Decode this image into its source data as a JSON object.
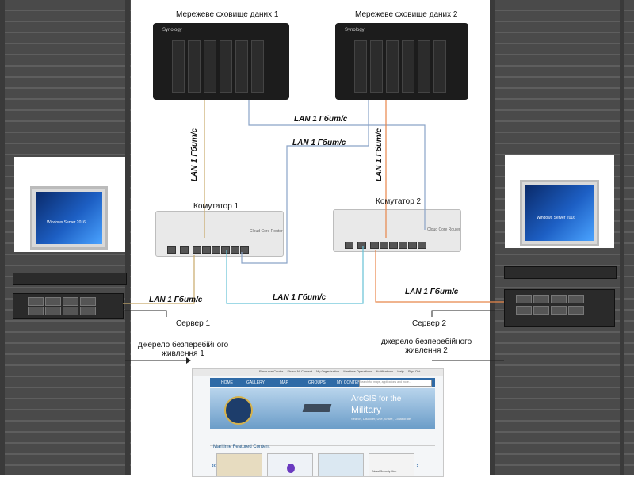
{
  "nas": [
    {
      "title": "Мережеве сховище даних 1",
      "brand": "Synology"
    },
    {
      "title": "Мережеве сховище даних 2",
      "brand": "Synology"
    }
  ],
  "switches": [
    {
      "title": "Комутатор 1",
      "model": "Cloud Core Router"
    },
    {
      "title": "Комутатор 2",
      "model": "Cloud Core Router"
    }
  ],
  "links": {
    "lan_label": "LAN 1 Гбит/с"
  },
  "servers": [
    {
      "title": "Сервер 1",
      "os": "Windows Server 2016"
    },
    {
      "title": "Сервер 2",
      "os": "Windows Server 2016"
    }
  ],
  "ups": [
    {
      "title": "джерело безперебійного живлення 1"
    },
    {
      "title": "джерело безперебійного живлення 2"
    }
  ],
  "app": {
    "topbar_items": [
      "Resource Center",
      "Show: All Content",
      "My Organization",
      "Maritime Operations",
      "Notifications",
      "Help",
      "Sign Out"
    ],
    "nav": [
      "HOME",
      "GALLERY",
      "MAP",
      "GROUPS",
      "MY CONTENT"
    ],
    "search_placeholder": "Search for maps, applications and more...",
    "banner_title": "ArcGIS for the",
    "banner_title2": "Military",
    "banner_sub": "Search, Discover, Use, Share, Collaborate",
    "featured": "Maritime Featured Content",
    "thumb_caption": "Naval Security Map"
  },
  "colors": {
    "line_nas1": "#c8a96a",
    "line_nas2_switch1": "#8aa3c7",
    "line_cyan": "#66c2d6",
    "line_orange": "#e8864a",
    "line_black": "#222222"
  }
}
